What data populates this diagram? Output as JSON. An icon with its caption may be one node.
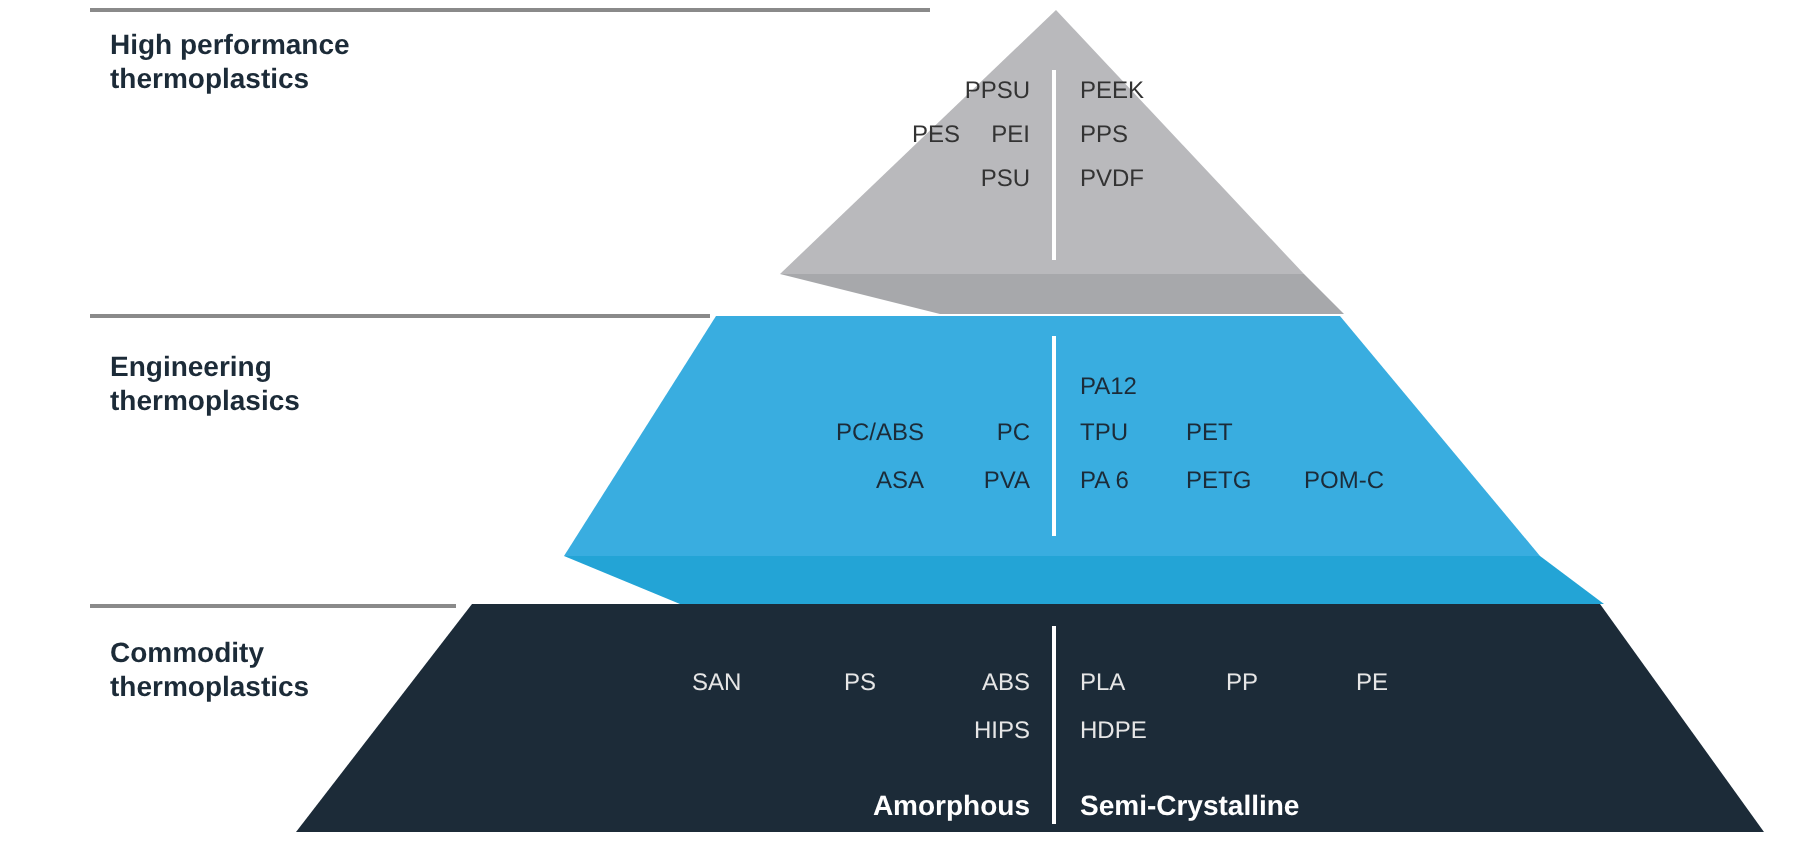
{
  "diagram": {
    "nodes": [
      {
        "text": [
          "PPSU",
          "PEEK",
          "PES",
          "PEI",
          "PPS",
          "PSU",
          "PVDF"
        ]
      },
      {
        "text": [
          "PA12",
          "PC/ABS",
          "PC",
          "TPU",
          "PET",
          "ASA",
          "PVA",
          "PA 6",
          "PETG",
          "POM-C"
        ]
      },
      {
        "text": [
          "SAN",
          "PS",
          "ABS",
          "PLA",
          "PP",
          "PE",
          "HIPS",
          "HDPE",
          "Amorphous",
          "Semi-Crystalline"
        ]
      }
    ],
    "edges": [],
    "labels": [
      "High performance thermoplastics",
      "Engineering thermoplasics",
      "Commodity thermoplastics"
    ]
  }
}
